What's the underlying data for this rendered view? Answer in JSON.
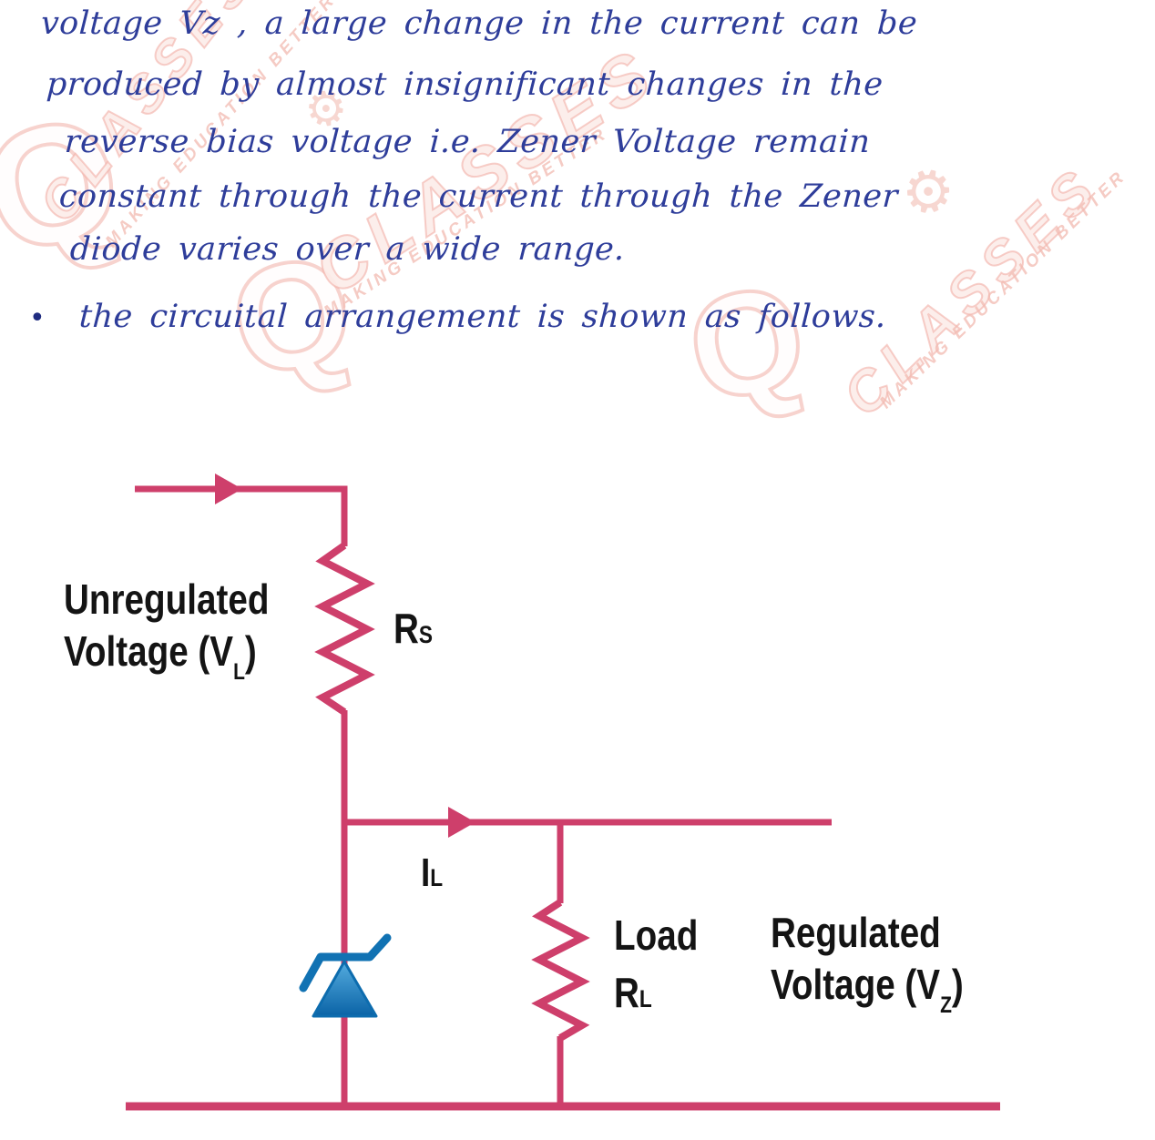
{
  "colors": {
    "circuit_pink": "#ce3f6b",
    "zener_blue": "#1172b3",
    "zener_gradient_top": "#55acdf",
    "zener_gradient_bottom": "#0a63a6",
    "ink_blue": "#2e3d9a",
    "label_black": "#141414",
    "watermark_pink": "#f0a89e"
  },
  "handwriting": {
    "bullet": "•",
    "lines": [
      "voltage Vz , a large change in the current can be",
      "produced by almost insignificant changes in the",
      "reverse bias voltage i.e. Zener Voltage remain",
      "constant through the current through the Zener",
      "diode varies over a wide range.",
      "the circuital arrangement is shown as follows."
    ]
  },
  "labels": {
    "unregulated": {
      "line1": "Unregulated",
      "line2_main": "Voltage (V",
      "line2_sub": "L",
      "line2_close": ")"
    },
    "rs": {
      "main": "R",
      "sub": "S"
    },
    "il": {
      "main": "I",
      "sub": "L"
    },
    "load": {
      "line1": "Load",
      "line2_main": "R",
      "line2_sub": "L"
    },
    "regulated": {
      "line1": "Regulated",
      "line2_main": "Voltage (V",
      "line2_sub": "Z",
      "line2_close": ")"
    }
  },
  "watermark": {
    "brand": "CLASSES",
    "initial": "Q",
    "tagline": "MAKING EDUCATION BETTER",
    "gear": "⚙"
  }
}
